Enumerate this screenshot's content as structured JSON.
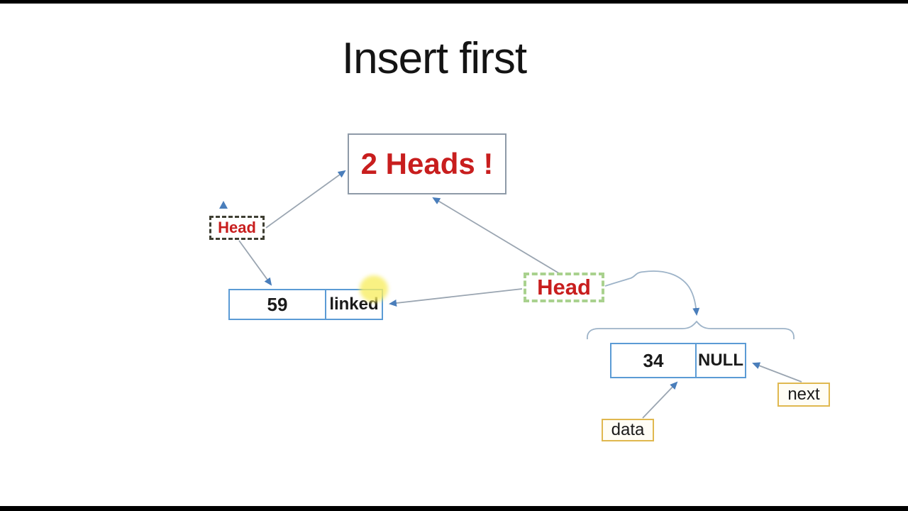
{
  "slide": {
    "title": "Insert first"
  },
  "callout": {
    "label": "2 Heads !"
  },
  "pointers": {
    "old_head": {
      "label": "Head"
    },
    "new_head": {
      "label": "Head"
    }
  },
  "nodes": {
    "first_node": {
      "data": "59",
      "next": "linked"
    },
    "new_node": {
      "data": "34",
      "next": "NULL"
    }
  },
  "annotations": {
    "data_label": "data",
    "next_label": "next"
  },
  "colors": {
    "node_border": "#5b9bd5",
    "accent_red": "#c81e1e",
    "old_head_border": "#3f3f33",
    "new_head_border": "#a9d18e",
    "field_label_border": "#e0b84f",
    "connector_line": "#9aa5b1",
    "arrowhead": "#4a7ebb",
    "brace": "#9db3c8",
    "highlight": "#f8ee64",
    "callout_border": "#8e9aa8"
  }
}
